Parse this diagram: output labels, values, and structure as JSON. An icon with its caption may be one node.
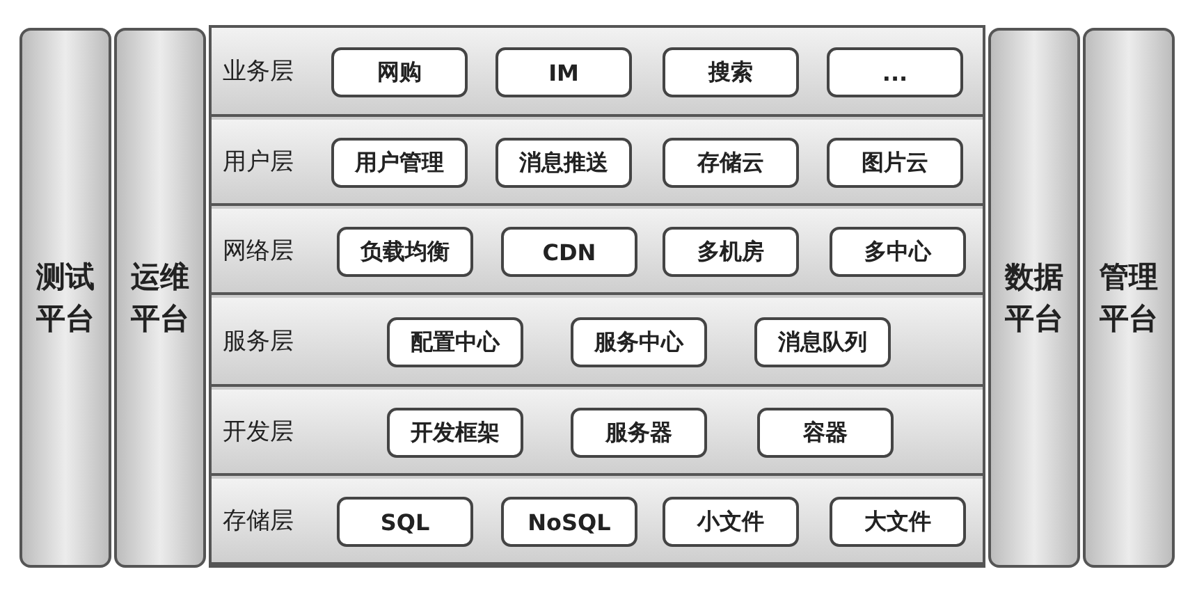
{
  "diagram": {
    "nodes": [
      {
        "text": [
          "测试平台"
        ]
      },
      {
        "text": [
          "运维平台"
        ]
      },
      {
        "text": [
          "业务层"
        ]
      },
      {
        "text": [
          "网购"
        ],
        "in": 2
      },
      {
        "text": [
          "IM"
        ],
        "in": 2
      },
      {
        "text": [
          "搜索"
        ],
        "in": 2
      },
      {
        "text": [
          "..."
        ],
        "in": 2
      },
      {
        "text": [
          "用户层"
        ]
      },
      {
        "text": [
          "用户管理"
        ],
        "in": 7
      },
      {
        "text": [
          "消息推送"
        ],
        "in": 7
      },
      {
        "text": [
          "存储云"
        ],
        "in": 7
      },
      {
        "text": [
          "图片云"
        ],
        "in": 7
      },
      {
        "text": [
          "网络层"
        ]
      },
      {
        "text": [
          "负载均衡"
        ],
        "in": 12
      },
      {
        "text": [
          "CDN"
        ],
        "in": 12
      },
      {
        "text": [
          "多机房"
        ],
        "in": 12
      },
      {
        "text": [
          "多中心"
        ],
        "in": 12
      },
      {
        "text": [
          "服务层"
        ]
      },
      {
        "text": [
          "配置中心"
        ],
        "in": 17
      },
      {
        "text": [
          "服务中心"
        ],
        "in": 17
      },
      {
        "text": [
          "消息队列"
        ],
        "in": 17
      },
      {
        "text": [
          "开发层"
        ]
      },
      {
        "text": [
          "开发框架"
        ],
        "in": 21
      },
      {
        "text": [
          "服务器"
        ],
        "in": 21
      },
      {
        "text": [
          "容器"
        ],
        "in": 21
      },
      {
        "text": [
          "存储层"
        ]
      },
      {
        "text": [
          "SQL"
        ],
        "in": 25
      },
      {
        "text": [
          "NoSQL"
        ],
        "in": 25
      },
      {
        "text": [
          "小文件"
        ],
        "in": 25
      },
      {
        "text": [
          "大文件"
        ],
        "in": 25
      },
      {
        "text": [
          "数据平台"
        ]
      },
      {
        "text": [
          "管理平台"
        ]
      }
    ],
    "edges": []
  }
}
